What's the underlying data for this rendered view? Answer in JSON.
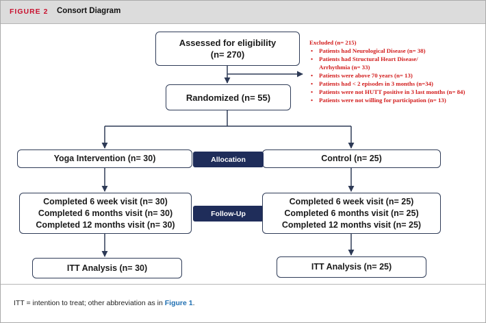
{
  "header": {
    "figure_number": "FIGURE 2",
    "figure_title": "Consort Diagram"
  },
  "nodes": {
    "assessed": {
      "line1": "Assessed for eligibility",
      "line2": "(n= 270)"
    },
    "randomized": "Randomized (n= 55)",
    "yoga": "Yoga Intervention (n= 30)",
    "control": "Control (n= 25)",
    "yoga_followup": [
      "Completed 6 week visit (n= 30)",
      "Completed 6 months visit (n= 30)",
      "Completed 12 months visit (n= 30)"
    ],
    "control_followup": [
      "Completed 6 week visit (n= 25)",
      "Completed 6 months visit (n= 25)",
      "Completed 12 months visit (n= 25)"
    ],
    "yoga_itt": "ITT Analysis (n= 30)",
    "control_itt": "ITT Analysis (n= 25)"
  },
  "stages": {
    "allocation": "Allocation",
    "follow_up": "Follow-Up"
  },
  "excluded": {
    "title": "Excluded (n= 215)",
    "items": [
      "Patients had Neurological Disease (n= 38)",
      "Patients had Structural Heart Disease/ Arrhythmia (n= 33)",
      "Patients were above 70 years (n= 13)",
      "Patients had < 2 episodes in 3 months (n=34)",
      "Patients were not HUTT positive in 3 last months (n= 84)",
      "Patients were not willing for participation (n= 13)"
    ]
  },
  "caption": {
    "text": "ITT = intention to treat; other abbreviation as in ",
    "ref": "Figure 1",
    "end": "."
  },
  "colors": {
    "box_border": "#2d3a56",
    "pill_fill": "#1f2d5a",
    "excluded_text": "#d21c1c",
    "header_bg": "#dcdcdc",
    "figure_number": "#c8102e",
    "caption_link": "#1f6fb2"
  }
}
